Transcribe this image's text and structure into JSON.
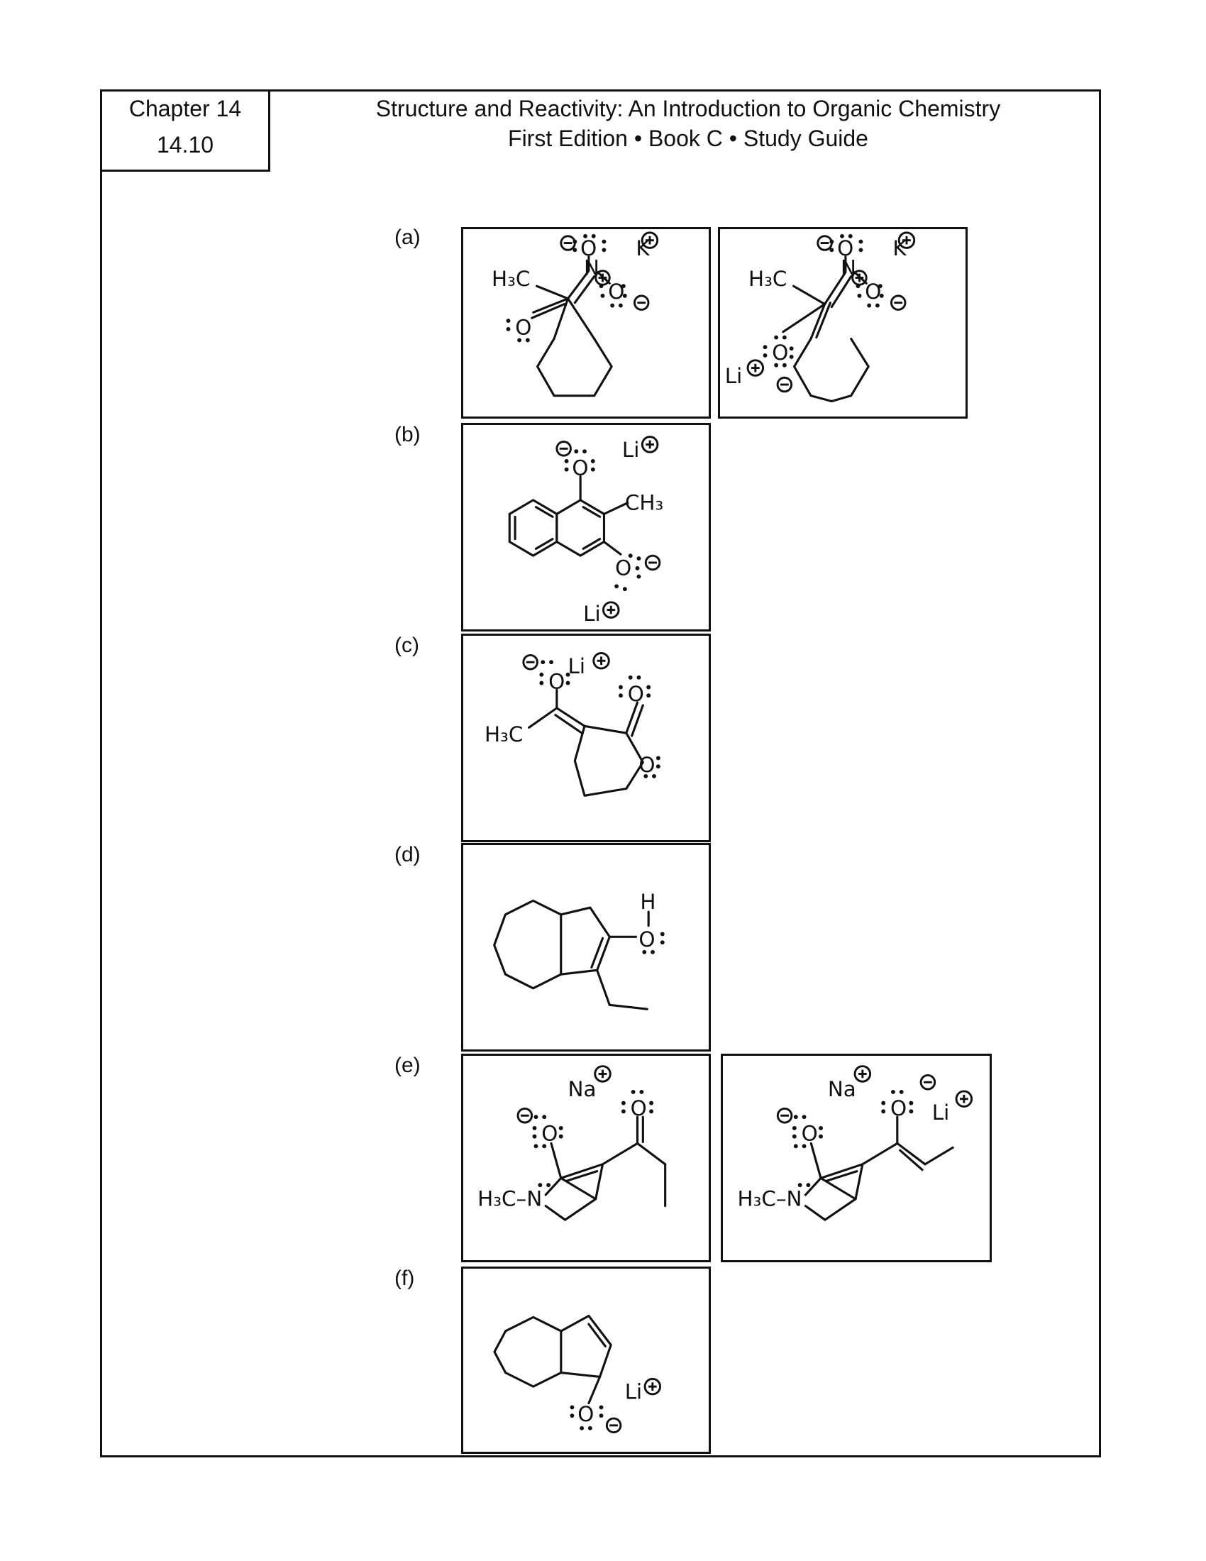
{
  "chapter": {
    "title": "Chapter 14",
    "section": "14.10"
  },
  "header": {
    "line1": "Structure and Reactivity: An Introduction to Organic Chemistry",
    "line2": "First Edition • Book C • Study Guide"
  },
  "parts": {
    "a": {
      "label": "(a)"
    },
    "b": {
      "label": "(b)"
    },
    "c": {
      "label": "(c)"
    },
    "d": {
      "label": "(d)"
    },
    "e": {
      "label": "(e)"
    },
    "f": {
      "label": "(f)"
    }
  },
  "atoms": {
    "O": "O",
    "N": "N",
    "H": "H",
    "K": "K",
    "Li": "Li",
    "Na": "Na",
    "H3C": "H₃C",
    "CH3": "CH₃",
    "H3CN": "H₃C–N"
  }
}
